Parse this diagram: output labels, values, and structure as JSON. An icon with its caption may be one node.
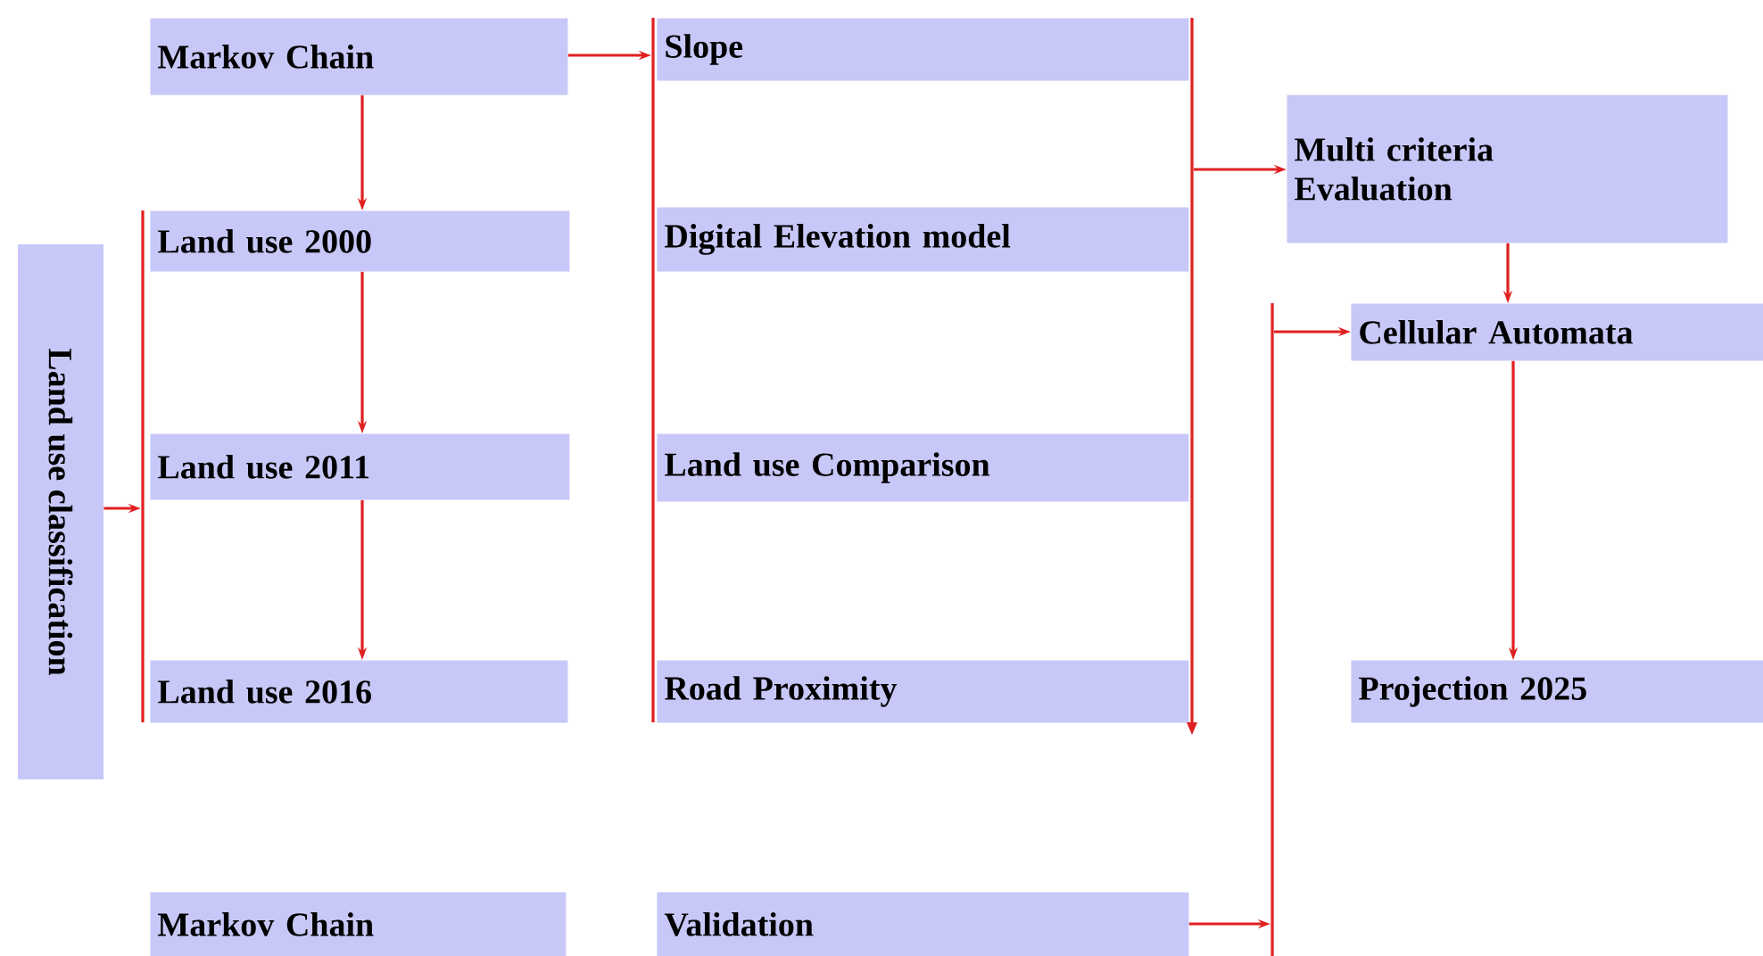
{
  "diagram": {
    "nodes": [
      {
        "text": [
          "Land use classification"
        ]
      },
      {
        "text": [
          "Markov Chain"
        ]
      },
      {
        "text": [
          "Land use 2000"
        ]
      },
      {
        "text": [
          "Land use  2011"
        ]
      },
      {
        "text": [
          "Land  use 2016"
        ]
      },
      {
        "text": [
          "Markov Chain"
        ]
      },
      {
        "text": [
          "Slope"
        ]
      },
      {
        "text": [
          "Digital Elevation model"
        ]
      },
      {
        "text": [
          "Land use Comparison"
        ]
      },
      {
        "text": [
          "Road Proximity"
        ]
      },
      {
        "text": [
          "Validation"
        ]
      },
      {
        "text": [
          "Multi criteria Evaluation"
        ]
      },
      {
        "text": [
          "Cellular Automata"
        ]
      },
      {
        "text": [
          "Projection 2025"
        ]
      },
      {
        "text": [],
        "shape": "bar"
      },
      {
        "text": [],
        "shape": "bar"
      },
      {
        "text": [],
        "shape": "bar"
      },
      {
        "text": [],
        "shape": "bar"
      }
    ],
    "edges": [
      {
        "from": 0,
        "to": 14,
        "arrow": "to"
      },
      {
        "from": 1,
        "to": 2,
        "arrow": "to"
      },
      {
        "from": 2,
        "to": 3,
        "arrow": "to"
      },
      {
        "from": 3,
        "to": 4,
        "arrow": "to"
      },
      {
        "from": 1,
        "to": 15,
        "arrow": "to"
      },
      {
        "from": 16,
        "to": 11,
        "arrow": "to"
      },
      {
        "from": 11,
        "to": 12,
        "arrow": "to"
      },
      {
        "from": 12,
        "to": 13,
        "arrow": "to"
      },
      {
        "from": 10,
        "to": 17,
        "arrow": "to"
      },
      {
        "from": 17,
        "to": 12,
        "arrow": "to"
      }
    ]
  }
}
